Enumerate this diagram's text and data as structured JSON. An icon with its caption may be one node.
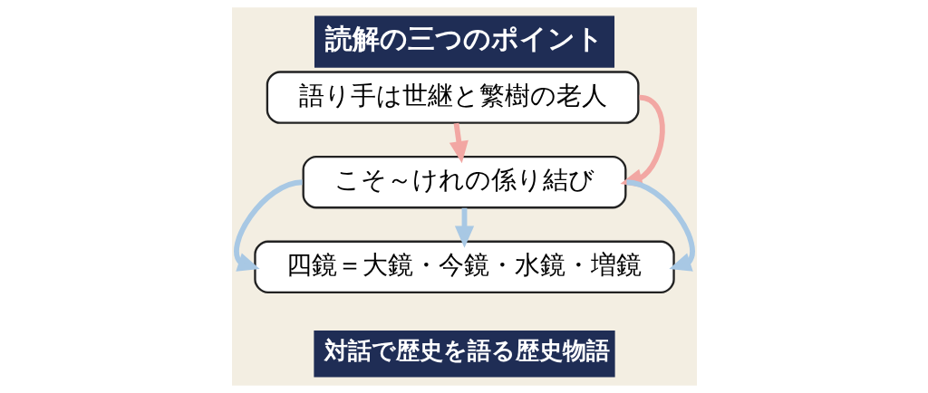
{
  "diagram": {
    "title": "読解の三つのポイント",
    "caption": "対話で歴史を語る歴史物語",
    "nodes": [
      {
        "text": [
          "語り手は世継と繁樹の老人"
        ]
      },
      {
        "text": [
          "こそ～けれの係り結び"
        ]
      },
      {
        "text": [
          "四鏡＝大鏡・今鏡・水鏡・増鏡"
        ]
      }
    ],
    "edges": [
      {
        "from": 0,
        "to": 1,
        "arrow": "to",
        "color": "#f2a7a3"
      },
      {
        "from": 0,
        "to": 1,
        "arrow": "to",
        "color": "#f2a7a3"
      },
      {
        "from": 1,
        "to": 2,
        "arrow": "to",
        "color": "#a8c8e4"
      },
      {
        "from": 1,
        "to": 2,
        "arrow": "to",
        "color": "#a8c8e4"
      },
      {
        "from": 1,
        "to": 2,
        "arrow": "to",
        "color": "#a8c8e4"
      }
    ]
  }
}
